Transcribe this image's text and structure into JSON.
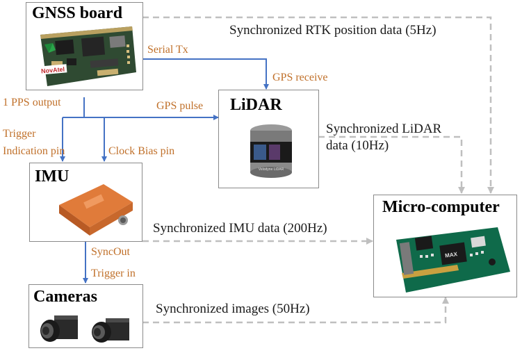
{
  "nodes": {
    "gnss": {
      "title": "GNSS board",
      "brand": "NovAtel"
    },
    "lidar": {
      "title": "LiDAR",
      "brand": "Velodyne LiDAR"
    },
    "imu": {
      "title": "IMU"
    },
    "cameras": {
      "title": "Cameras"
    },
    "micro": {
      "title": "Micro-computer",
      "chip": "MAX"
    }
  },
  "signal_labels": {
    "serial_tx": "Serial Tx",
    "gps_receive": "GPS receive",
    "pps_output": "1 PPS output",
    "gps_pulse": "GPS pulse",
    "trigger_indication_1": "Trigger",
    "trigger_indication_2": "Indication pin",
    "clock_bias": "Clock Bias pin",
    "syncout": "SyncOut",
    "trigger_in": "Trigger in"
  },
  "data_labels": {
    "rtk": "Synchronized RTK position data (5Hz)",
    "lidar_1": "Synchronized LiDAR",
    "lidar_2": "data (10Hz)",
    "imu": "Synchronized IMU data (200Hz)",
    "images": "Synchronized images (50Hz)"
  },
  "colors": {
    "control_line": "#4472c4",
    "data_line": "#bfbfbf",
    "control_text": "#c0702a",
    "box_border": "#8a8a8a"
  }
}
